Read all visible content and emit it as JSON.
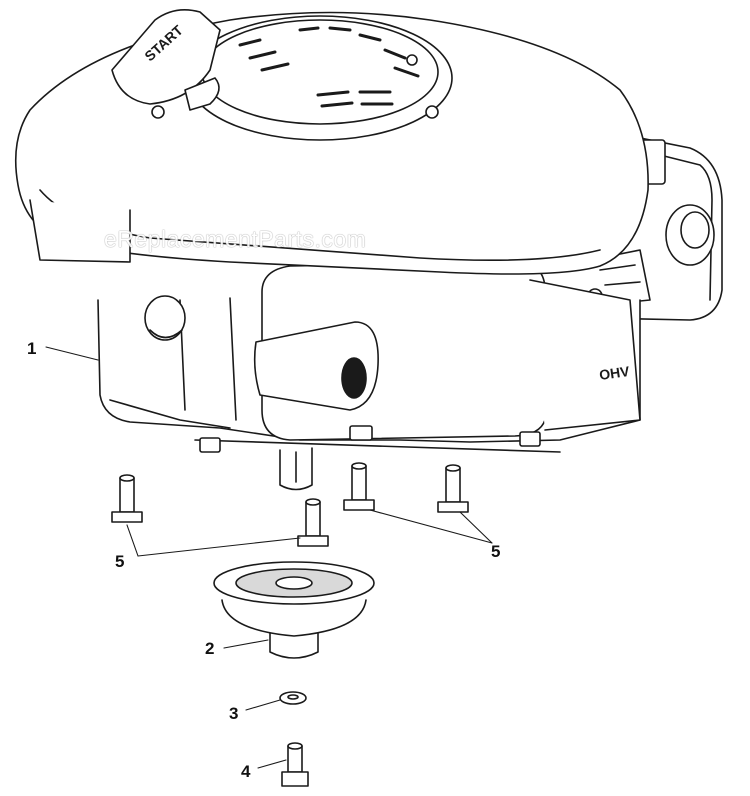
{
  "labels": {
    "start": "START",
    "ohv": "OHV"
  },
  "watermark": "eReplacementParts.com",
  "callouts": [
    {
      "id": "engine",
      "number": "1"
    },
    {
      "id": "pulley",
      "number": "2"
    },
    {
      "id": "washer",
      "number": "3"
    },
    {
      "id": "bolt",
      "number": "4"
    },
    {
      "id": "mount-bolts-left",
      "number": "5"
    },
    {
      "id": "mount-bolts-right",
      "number": "5"
    }
  ],
  "colors": {
    "line": "#1a1a1a",
    "fill": "#ffffff",
    "shade": "#d9d9d9"
  }
}
